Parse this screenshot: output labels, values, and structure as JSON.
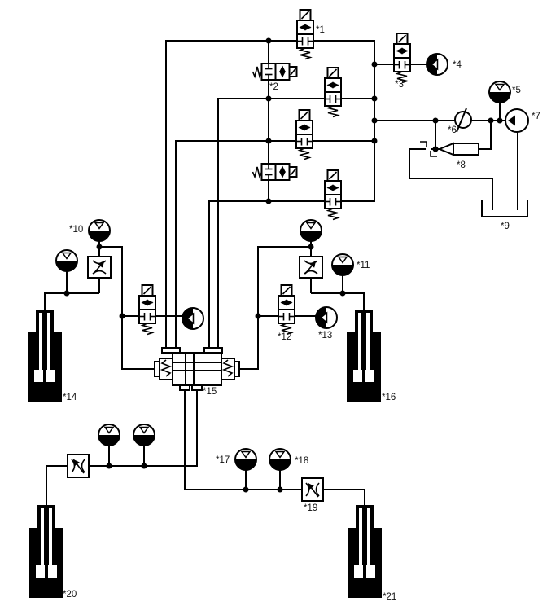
{
  "diagram": {
    "title": "hydraulic-suspension-circuit-schematic",
    "line_color": "#000000",
    "background_color": "#ffffff",
    "components": [
      {
        "id": "1",
        "label": "*1",
        "kind": "solenoid-valve"
      },
      {
        "id": "2",
        "label": "*2",
        "kind": "solenoid-valve"
      },
      {
        "id": "3",
        "label": "*3",
        "kind": "solenoid-valve"
      },
      {
        "id": "4",
        "label": "*4",
        "kind": "accumulator"
      },
      {
        "id": "5",
        "label": "*5",
        "kind": "accumulator"
      },
      {
        "id": "6",
        "label": "*6",
        "kind": "check-valve"
      },
      {
        "id": "7",
        "label": "*7",
        "kind": "pump"
      },
      {
        "id": "8",
        "label": "*8",
        "kind": "attenuator"
      },
      {
        "id": "9",
        "label": "*9",
        "kind": "reservoir-tank"
      },
      {
        "id": "10",
        "label": "*10",
        "kind": "accumulator"
      },
      {
        "id": "11",
        "label": "*11",
        "kind": "accumulator"
      },
      {
        "id": "12",
        "label": "*12",
        "kind": "solenoid-valve"
      },
      {
        "id": "13",
        "label": "*13",
        "kind": "accumulator"
      },
      {
        "id": "14",
        "label": "*14",
        "kind": "shock-absorber-cylinder"
      },
      {
        "id": "15",
        "label": "*15",
        "kind": "gate-valve-block"
      },
      {
        "id": "16",
        "label": "*16",
        "kind": "shock-absorber-cylinder"
      },
      {
        "id": "17",
        "label": "*17",
        "kind": "accumulator"
      },
      {
        "id": "18",
        "label": "*18",
        "kind": "accumulator"
      },
      {
        "id": "19",
        "label": "*19",
        "kind": "damping-control-valve"
      },
      {
        "id": "20",
        "label": "*20",
        "kind": "shock-absorber-cylinder"
      },
      {
        "id": "21",
        "label": "*21",
        "kind": "shock-absorber-cylinder"
      }
    ]
  }
}
